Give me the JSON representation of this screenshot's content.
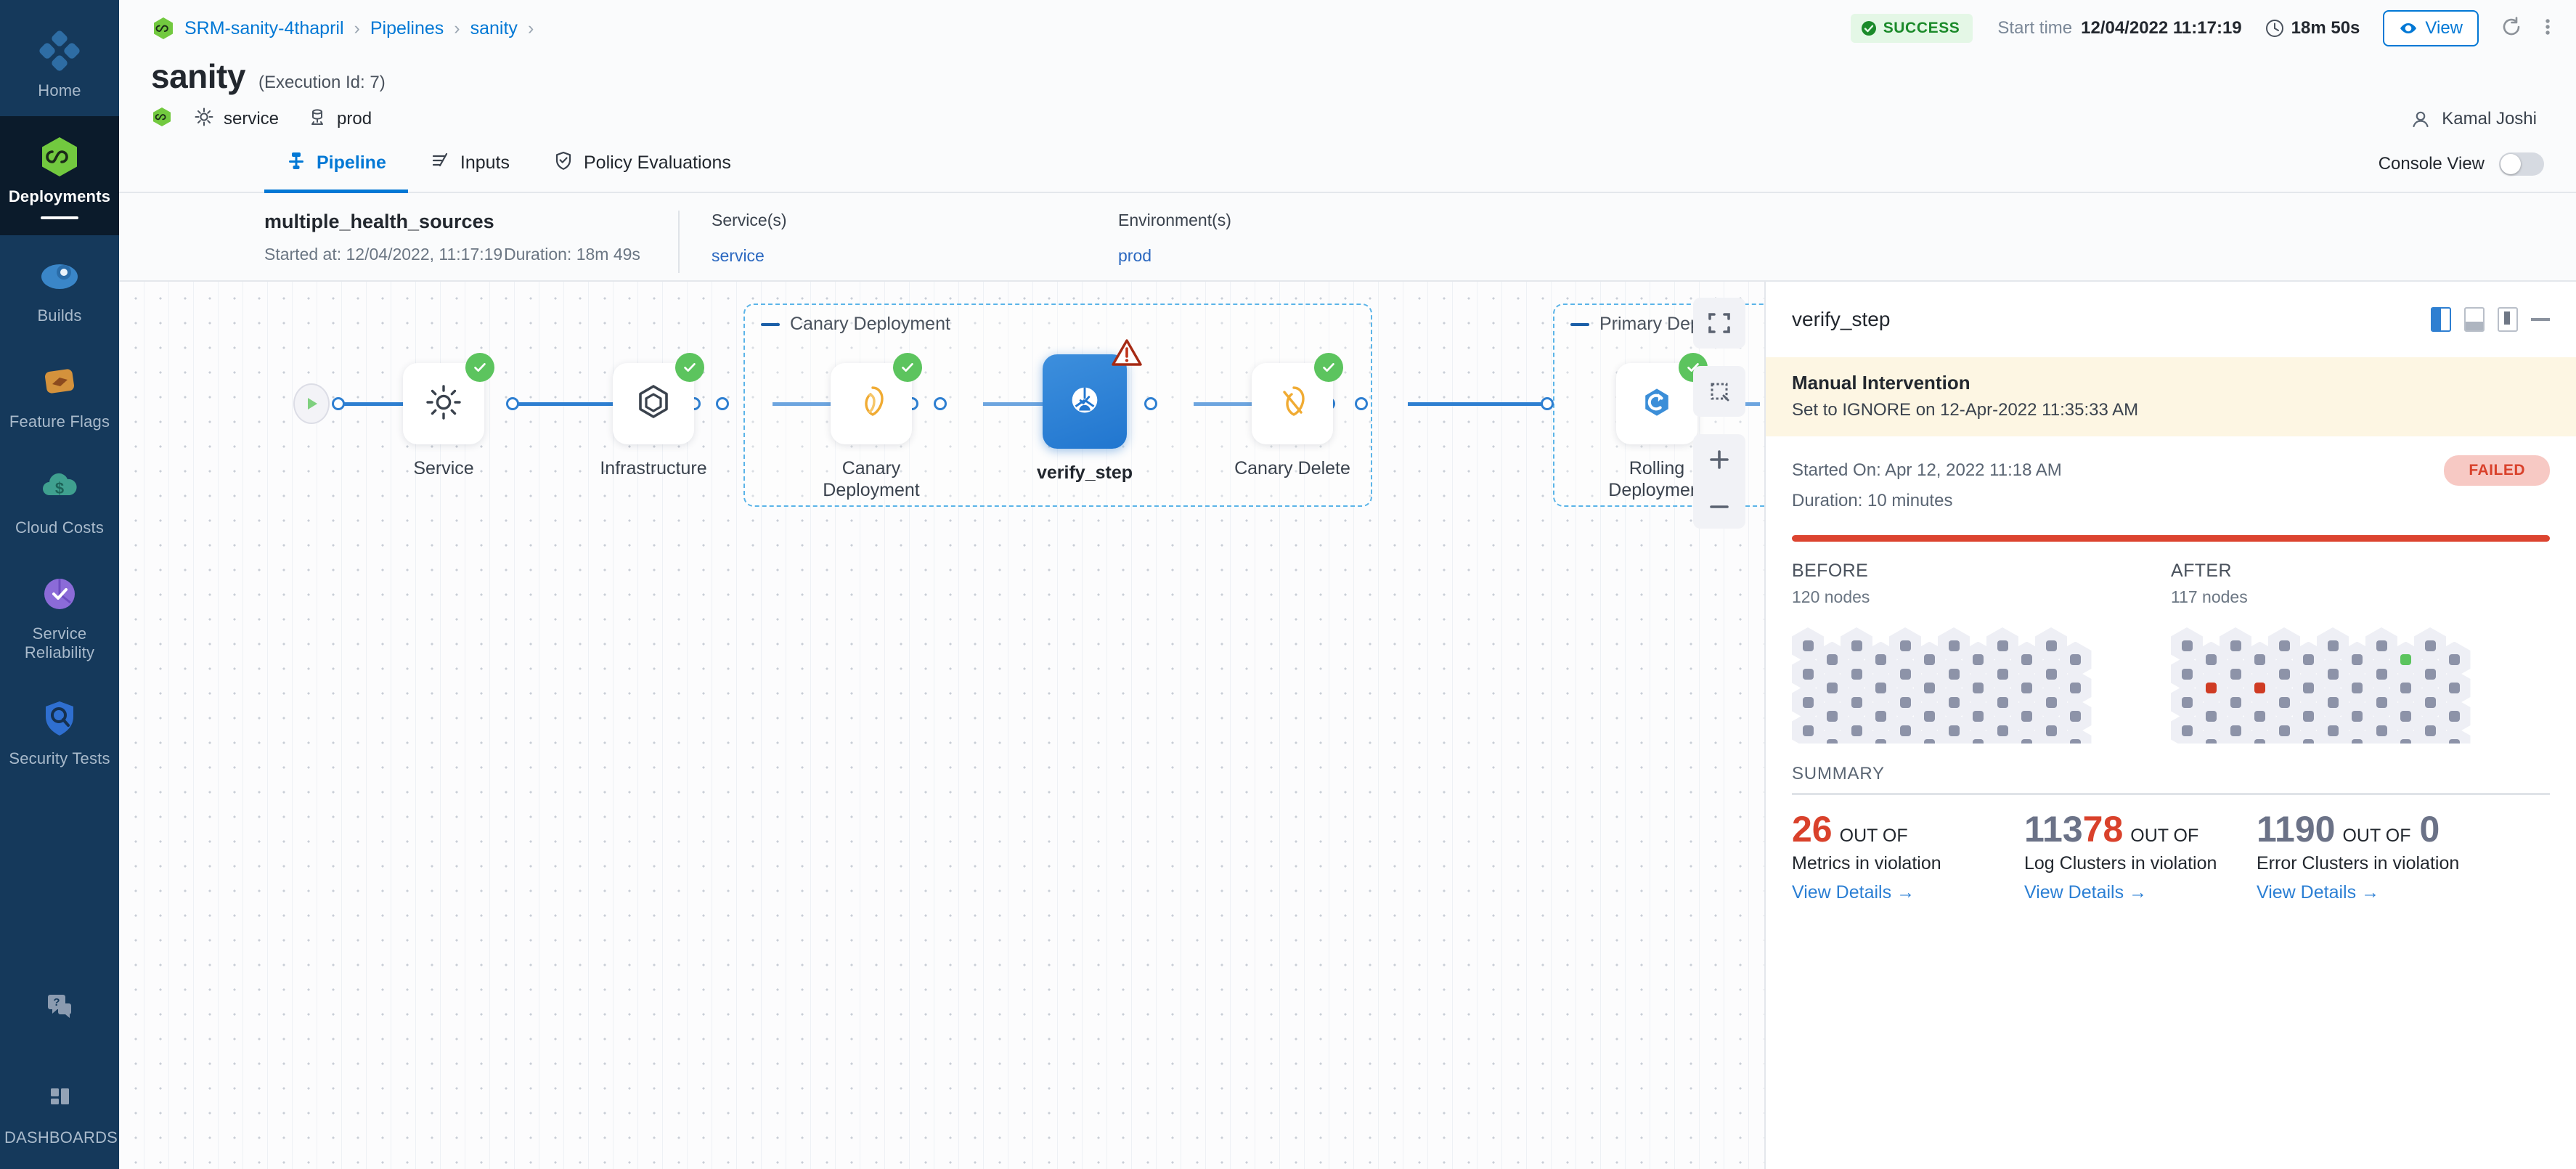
{
  "sidebar": {
    "items": [
      {
        "label": "Home",
        "icon": "home-grid-icon",
        "active": false
      },
      {
        "label": "Deployments",
        "icon": "harness-infinity-icon",
        "active": true
      },
      {
        "label": "Builds",
        "icon": "builds-icon",
        "active": false
      },
      {
        "label": "Feature Flags",
        "icon": "feature-flags-icon",
        "active": false
      },
      {
        "label": "Cloud Costs",
        "icon": "cloud-cost-icon",
        "active": false
      },
      {
        "label": "Service Reliability",
        "icon": "service-reliability-icon",
        "active": false
      },
      {
        "label": "Security Tests",
        "icon": "security-shield-icon",
        "active": false
      }
    ],
    "help": {
      "label": "",
      "icon": "help-chat-icon"
    },
    "dashboards": {
      "label": "DASHBOARDS",
      "icon": "dashboards-icon"
    }
  },
  "breadcrumb": {
    "project_icon": "harness-infinity-icon",
    "items": [
      "SRM-sanity-4thapril",
      "Pipelines",
      "sanity"
    ],
    "separator": "›",
    "trailing_separator": "›"
  },
  "header": {
    "status": "SUCCESS",
    "start_time_label": "Start time",
    "start_time_value": "12/04/2022 11:17:19",
    "duration": "18m 50s",
    "view_button": "View",
    "refresh_icon": "refresh-icon",
    "more_icon": "more-vertical-icon",
    "clock_icon": "clock-icon",
    "status_icon": "check-circle-icon",
    "eye_icon": "eye-icon"
  },
  "title": {
    "name": "sanity",
    "execution_id": "(Execution Id: 7)",
    "service_icon": "gear-icon",
    "service": "service",
    "env_icon": "environment-icon",
    "environment": "prod",
    "status_icon": "harness-infinity-icon",
    "user": "Kamal Joshi",
    "user_icon": "user-avatar-icon"
  },
  "tabs": {
    "items": [
      {
        "label": "Pipeline",
        "icon": "pipeline-icon",
        "active": true
      },
      {
        "label": "Inputs",
        "icon": "inputs-icon",
        "active": false
      },
      {
        "label": "Policy Evaluations",
        "icon": "policy-shield-icon",
        "active": false
      }
    ],
    "console_view_label": "Console View",
    "console_view_on": false
  },
  "exec_summary": {
    "stage_name": "multiple_health_sources",
    "started_at": "Started at: 12/04/2022, 11:17:19",
    "duration": "Duration: 18m 49s",
    "services_label": "Service(s)",
    "services_value": "service",
    "environments_label": "Environment(s)",
    "environments_value": "prod"
  },
  "graph": {
    "start_icon": "play-icon",
    "end_icon": "stop-icon",
    "groups": [
      {
        "title": "Canary Deployment",
        "collapse_icon": "collapse-dash-icon"
      },
      {
        "title": "Primary Deploy...",
        "collapse_icon": "collapse-dash-icon"
      }
    ],
    "nodes": [
      {
        "label": "Service",
        "icon": "gear-icon",
        "status": "success",
        "selected": false
      },
      {
        "label": "Infrastructure",
        "icon": "hexagon-infra-icon",
        "status": "success",
        "selected": false
      },
      {
        "label": "Canary Deployment",
        "icon": "canary-bird-icon",
        "status": "success",
        "selected": false
      },
      {
        "label": "verify_step",
        "icon": "verify-icon",
        "status": "warning",
        "selected": true
      },
      {
        "label": "Canary Delete",
        "icon": "canary-delete-icon",
        "status": "success",
        "selected": false
      },
      {
        "label": "Rolling Deployment",
        "icon": "rolling-deploy-icon",
        "status": "success",
        "selected": false
      }
    ],
    "tools": [
      {
        "name": "fit-to-screen-icon"
      },
      {
        "name": "select-area-icon"
      },
      {
        "name": "zoom-in-icon"
      },
      {
        "name": "zoom-out-icon"
      }
    ]
  },
  "panel": {
    "title": "verify_step",
    "view_icons": [
      "split-left-icon",
      "split-bottom-icon",
      "split-right-icon",
      "minimize-icon"
    ],
    "manual_intervention": {
      "title": "Manual Intervention",
      "subtitle": "Set to IGNORE on 12-Apr-2022 11:35:33 AM"
    },
    "run": {
      "started_on": "Started On: Apr 12, 2022 11:18 AM",
      "duration": "Duration: 10 minutes",
      "status": "FAILED"
    },
    "before": {
      "heading": "BEFORE",
      "nodes": "120 nodes"
    },
    "after": {
      "heading": "AFTER",
      "nodes": "117 nodes"
    },
    "summary_heading": "SUMMARY",
    "summary_cards": [
      {
        "value": "26",
        "value_color": "red",
        "mid": "OUT OF",
        "total": "",
        "total_color": "grey",
        "description": "Metrics in violation",
        "link": "View Details",
        "link_arrow": "→"
      },
      {
        "value": "113",
        "value_color": "grey",
        "value2": "78",
        "value2_color": "red",
        "mid": "OUT OF",
        "total": "",
        "description": "Log Clusters in violation",
        "link": "View Details",
        "link_arrow": "→"
      },
      {
        "value": "1190",
        "value_color": "grey",
        "mid": "OUT OF",
        "total": "0",
        "total_color": "grey",
        "description": "Error Clusters in violation",
        "link": "View Details",
        "link_arrow": "→"
      }
    ]
  },
  "hex_grid": {
    "cols": 12,
    "rows": 5,
    "before_markers": [],
    "after_markers": [
      {
        "col": 9,
        "row": 0,
        "offset": true,
        "color": "green"
      },
      {
        "col": 1,
        "row": 1,
        "offset": true,
        "color": "red"
      },
      {
        "col": 3,
        "row": 1,
        "offset": true,
        "color": "red"
      },
      {
        "col": 6,
        "row": 3,
        "offset": true,
        "color": "red"
      }
    ]
  },
  "colors": {
    "accent": "#0278d5",
    "success": "#5cc45e",
    "failed": "#d9412b",
    "nav_bg": "#15395b",
    "nav_active_bg": "#0b1b2b",
    "warning_banner": "#fdf6e3"
  }
}
